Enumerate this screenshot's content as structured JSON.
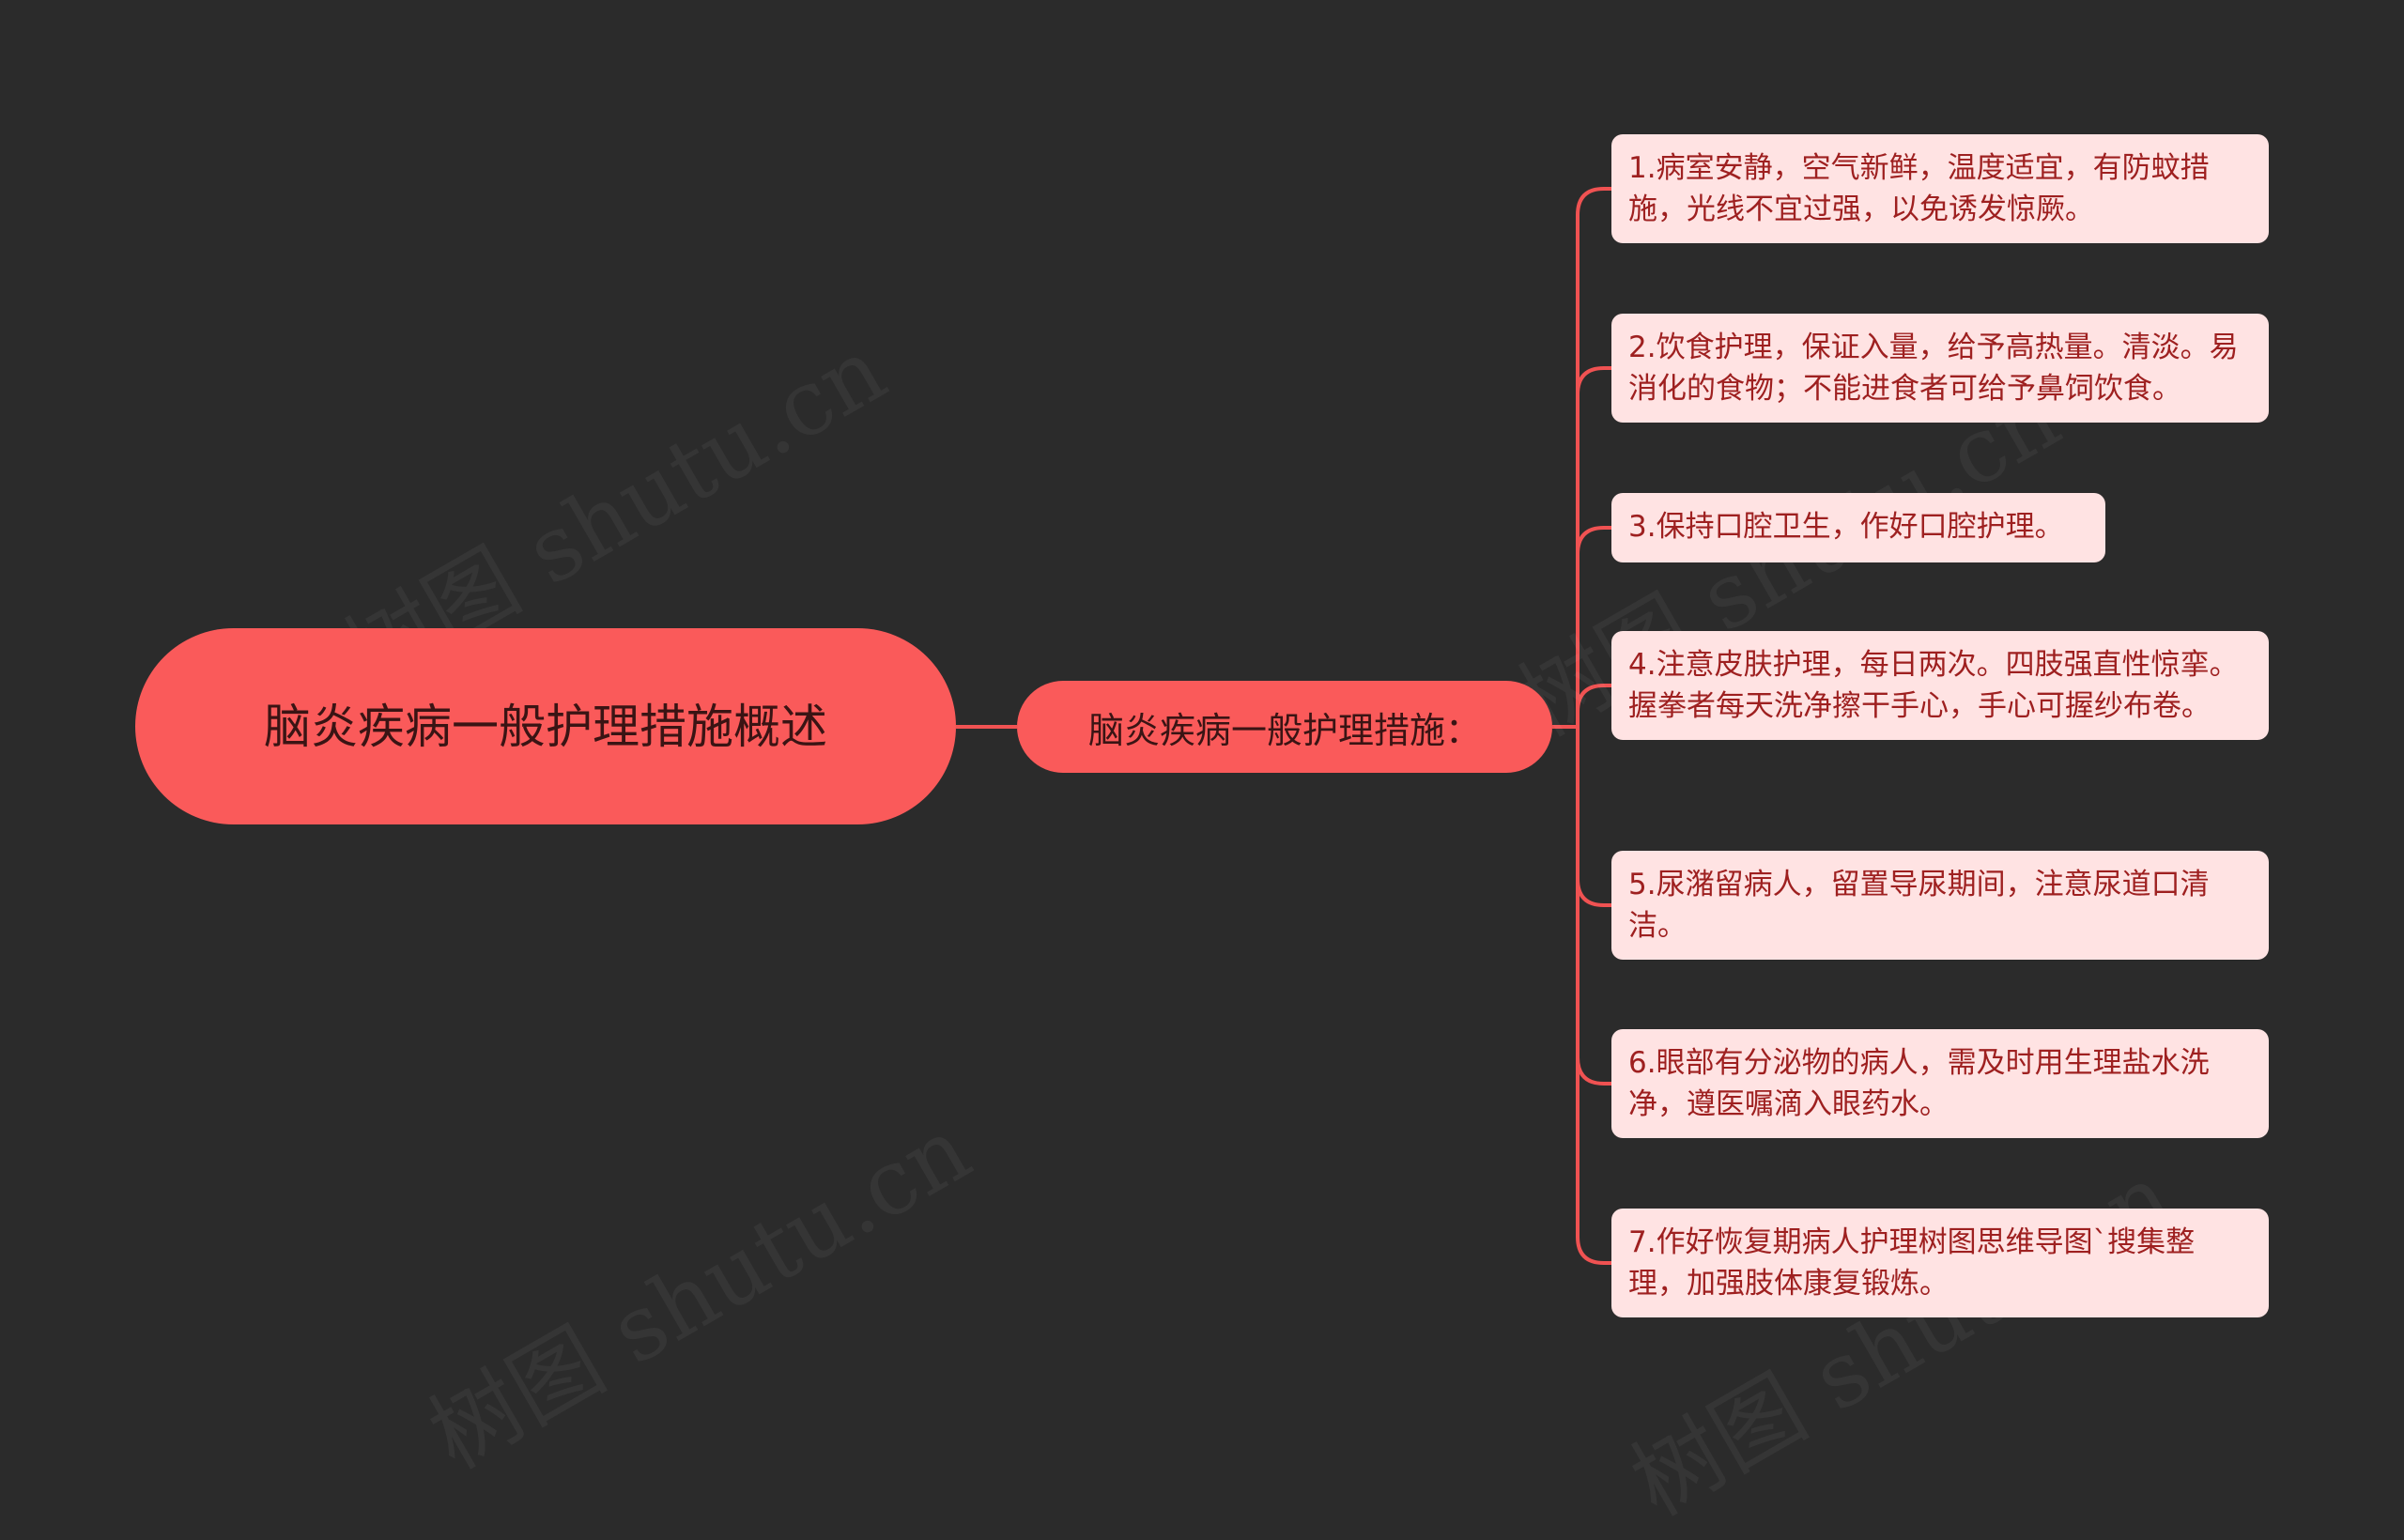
{
  "root": {
    "label": "脑炎疾病一般护理措施概述"
  },
  "branch": {
    "label": "脑炎疾病一般护理措施："
  },
  "items": [
    "1.病室安静，空气新鲜，温度适宜，有防蚊措施，光线不宜过强，以免诱发惊厥。",
    "2.饮食护理，保证入量，给予高热量。清淡。易消化的食物；不能进食者可给予鼻饲饮食。",
    "3.保持口腔卫生，作好口腔护理。",
    "4.注意皮肤护理，每日两次。四肢强直性惊挛。握拳者每天洗净擦干手心，手心可握纱布卷。",
    "5.尿潴留病人，留置导尿期间，注意尿道口清洁。",
    "6.眼部有分泌物的病人，需及时用生理盐水洗净，遵医嘱滴入眼药水。",
    "7.作好恢复期病人护理树图思维导图`搜集整理，加强肢体康复锻炼。"
  ],
  "colors": {
    "background": "#2b2b2b",
    "node": "#fa5a5a",
    "leaf_bg": "#ffe3e3",
    "leaf_text": "#9e2020",
    "link": "#f05252"
  },
  "watermark": "树图 shutu.cn"
}
